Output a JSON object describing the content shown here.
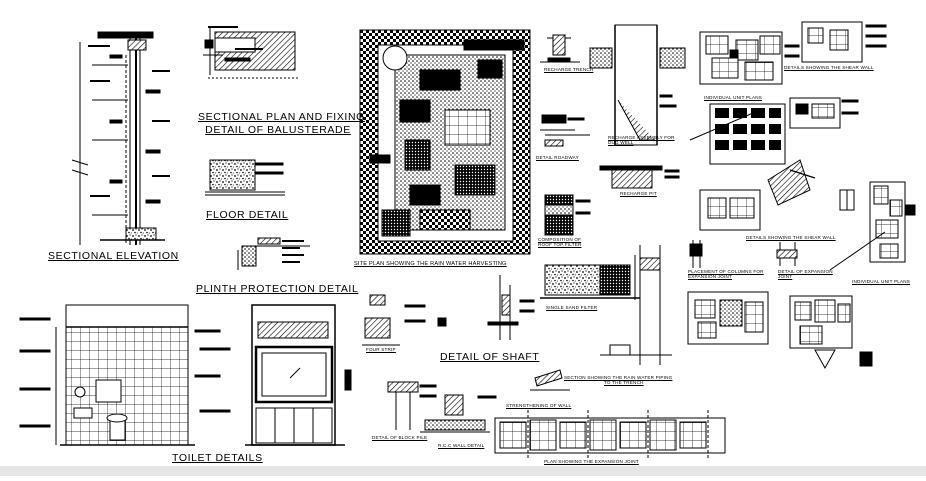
{
  "drawing": {
    "titles": {
      "sectional_elevation": "SECTIONAL ELEVATION",
      "balusterade_line1": "SECTIONAL PLAN AND FIXING",
      "balusterade_line2": "DETAIL OF BALUSTERADE",
      "floor_detail": "FLOOR DETAIL",
      "plinth_protection": "PLINTH PROTECTION DETAIL",
      "site_plan": "SITE PLAN SHOWING THE RAIN WATER HARVESTING",
      "detail_of_shaft": "DETAIL OF SHAFT",
      "toilet_details": "TOILET DETAILS"
    },
    "small_labels": {
      "recharge_trench": "RECHARGE TRENCH",
      "recharge_assembly_line1": "RECHARGE ASSEMBLY FOR",
      "recharge_assembly_line2": "DUG WELL",
      "detail_roadway": "DETAIL ROADWAY",
      "recharge_pit": "RECHARGE PIT",
      "composition_line1": "COMPOSITION OF",
      "composition_line2": "ROOF TOP FILTER",
      "single_sand_filter": "SINGLE SAND FILTER",
      "four_strip": "FOUR STRIP",
      "detail_showing_wall": "DETAILS SHOWING THE SHEAR WALL",
      "individual_unit_plans_top": "INDIVIDUAL UNIT PLANS",
      "detail_showing_shear_wall": "DETAILS SHOWING THE SHEAR WALL",
      "placement_line1": "PLACEMENT OF COLUMNS FOR",
      "placement_line2": "EXPANSION JOINT",
      "expansion_line1": "DETAIL OF EXPANSION",
      "expansion_line2": "JOINT",
      "individual_unit_plans_right": "INDIVIDUAL UNIT PLANS",
      "section_rain_line1": "SECTION SHOWING THE RAIN WATER PIPING",
      "section_rain_line2": "TO THE TRENCH",
      "strengthening_wall": "STRENGTHENING OF WALL",
      "detail_of_block_pile": "DETAIL OF BLOCK PILE",
      "rcc_wall_detail": "R.C.C WALL DETAIL",
      "plan_expansion_joint": "PLAN SHOWING THE EXPANSION JOINT"
    },
    "colors": {
      "ink": "#000000",
      "paper": "#ffffff",
      "grey": "#e6e6e6"
    }
  }
}
